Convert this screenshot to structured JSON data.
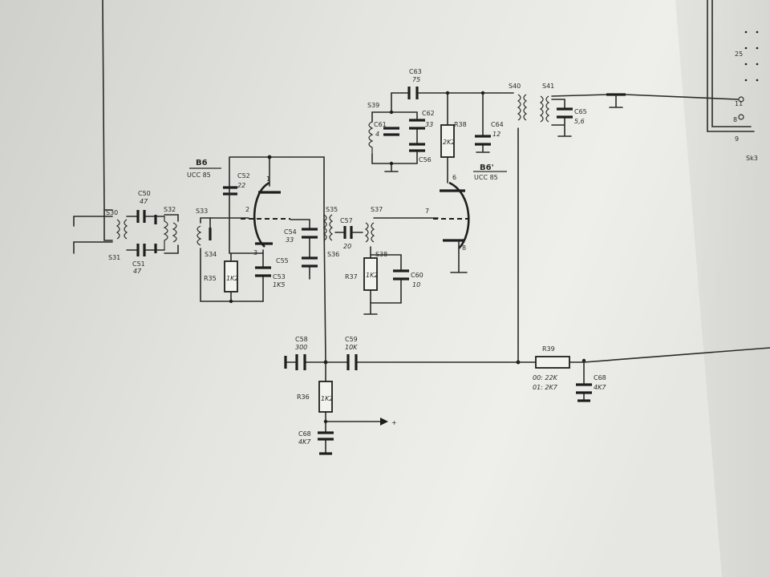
{
  "components": {
    "C50": {
      "ref": "C50",
      "value": "47"
    },
    "C51": {
      "ref": "C51",
      "value": "47"
    },
    "C52": {
      "ref": "C52",
      "value": "22"
    },
    "C53": {
      "ref": "C53",
      "value": "1K5"
    },
    "C54": {
      "ref": "C54",
      "value": "33"
    },
    "C55": {
      "ref": "C55",
      "value": ""
    },
    "C56": {
      "ref": "C56",
      "value": ""
    },
    "C57": {
      "ref": "C57",
      "value": "20"
    },
    "C58": {
      "ref": "C58",
      "value": "300"
    },
    "C59": {
      "ref": "C59",
      "value": "10K"
    },
    "C60": {
      "ref": "C60",
      "value": "10"
    },
    "C61": {
      "ref": "C61",
      "value": "4"
    },
    "C62": {
      "ref": "C62",
      "value": "33"
    },
    "C63": {
      "ref": "C63",
      "value": "75"
    },
    "C64": {
      "ref": "C64",
      "value": "12"
    },
    "C65": {
      "ref": "C65",
      "value": "5,6"
    },
    "C68a": {
      "ref": "C68",
      "value": "4K7"
    },
    "C68b": {
      "ref": "C68",
      "value": "4K7"
    },
    "R35": {
      "ref": "R35",
      "value": "1K2"
    },
    "R36": {
      "ref": "R36",
      "value": "1K2"
    },
    "R37": {
      "ref": "R37",
      "value": "1K2"
    },
    "R38": {
      "ref": "R38",
      "value": "2K2"
    },
    "R39": {
      "ref": "R39",
      "value_a": "00: 22K",
      "value_b": "01: 2K7"
    }
  },
  "coils": {
    "S30": "S30",
    "S31": "S31",
    "S32": "S32",
    "S33": "S33",
    "S34": "S34",
    "S35": "S35",
    "S36": "S36",
    "S37": "S37",
    "S38": "S38",
    "S39": "S39",
    "S40": "S40",
    "S41": "S41"
  },
  "tubes": {
    "B6": {
      "name": "B6",
      "type": "UCC 85"
    },
    "B6p": {
      "name": "B6'",
      "type": "UCC 85"
    }
  },
  "pins": {
    "p1": "1",
    "p2": "2",
    "p3": "3",
    "p6": "6",
    "p7": "7",
    "p8": "8",
    "p11": "11",
    "p8r": "8",
    "p9": "9",
    "p25": "25"
  },
  "misc": {
    "plus": "+",
    "sk": "Sk3"
  }
}
